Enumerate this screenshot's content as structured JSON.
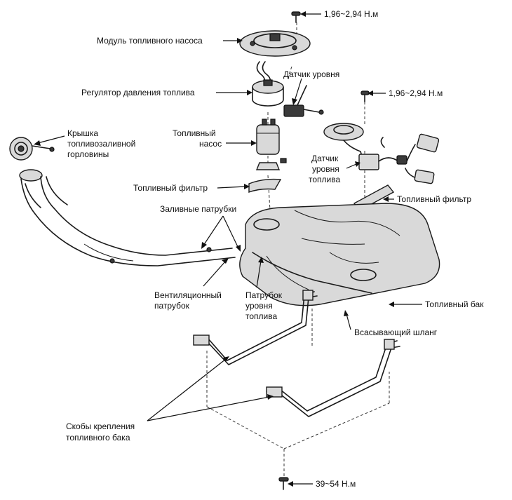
{
  "labels": {
    "torque_top": "1,96~2,94 Н.м",
    "pump_module": "Модуль топливного насоса",
    "level_sensor_1": "Датчик уровня",
    "pressure_regulator": "Регулятор давления топлива",
    "torque_right": "1,96~2,94 Н.м",
    "filler_cap_1": "Крышка",
    "filler_cap_2": "топливозаливной",
    "filler_cap_3": "горловины",
    "fuel_pump_1": "Топливный",
    "fuel_pump_2": "насос",
    "level_sensor_2_1": "Датчик",
    "level_sensor_2_2": "уровня",
    "level_sensor_2_3": "топлива",
    "fuel_filter_1": "Топливный фильтр",
    "fuel_filter_2": "Топливный фильтр",
    "filler_pipes": "Заливные патрубки",
    "vent_pipe_1": "Вентиляционный",
    "vent_pipe_2": "патрубок",
    "level_pipe_1": "Патрубок",
    "level_pipe_2": "уровня",
    "level_pipe_3": "топлива",
    "fuel_tank": "Топливный бак",
    "suction_hose": "Всасывающий шланг",
    "brackets_1": "Скобы крепления",
    "brackets_2": "топливного бака",
    "torque_bottom": "39~54 Н.м"
  },
  "colors": {
    "line": "#111111",
    "part_fill": "#d9d9d9",
    "part_dark": "#3a3a3a",
    "background": "#ffffff"
  }
}
